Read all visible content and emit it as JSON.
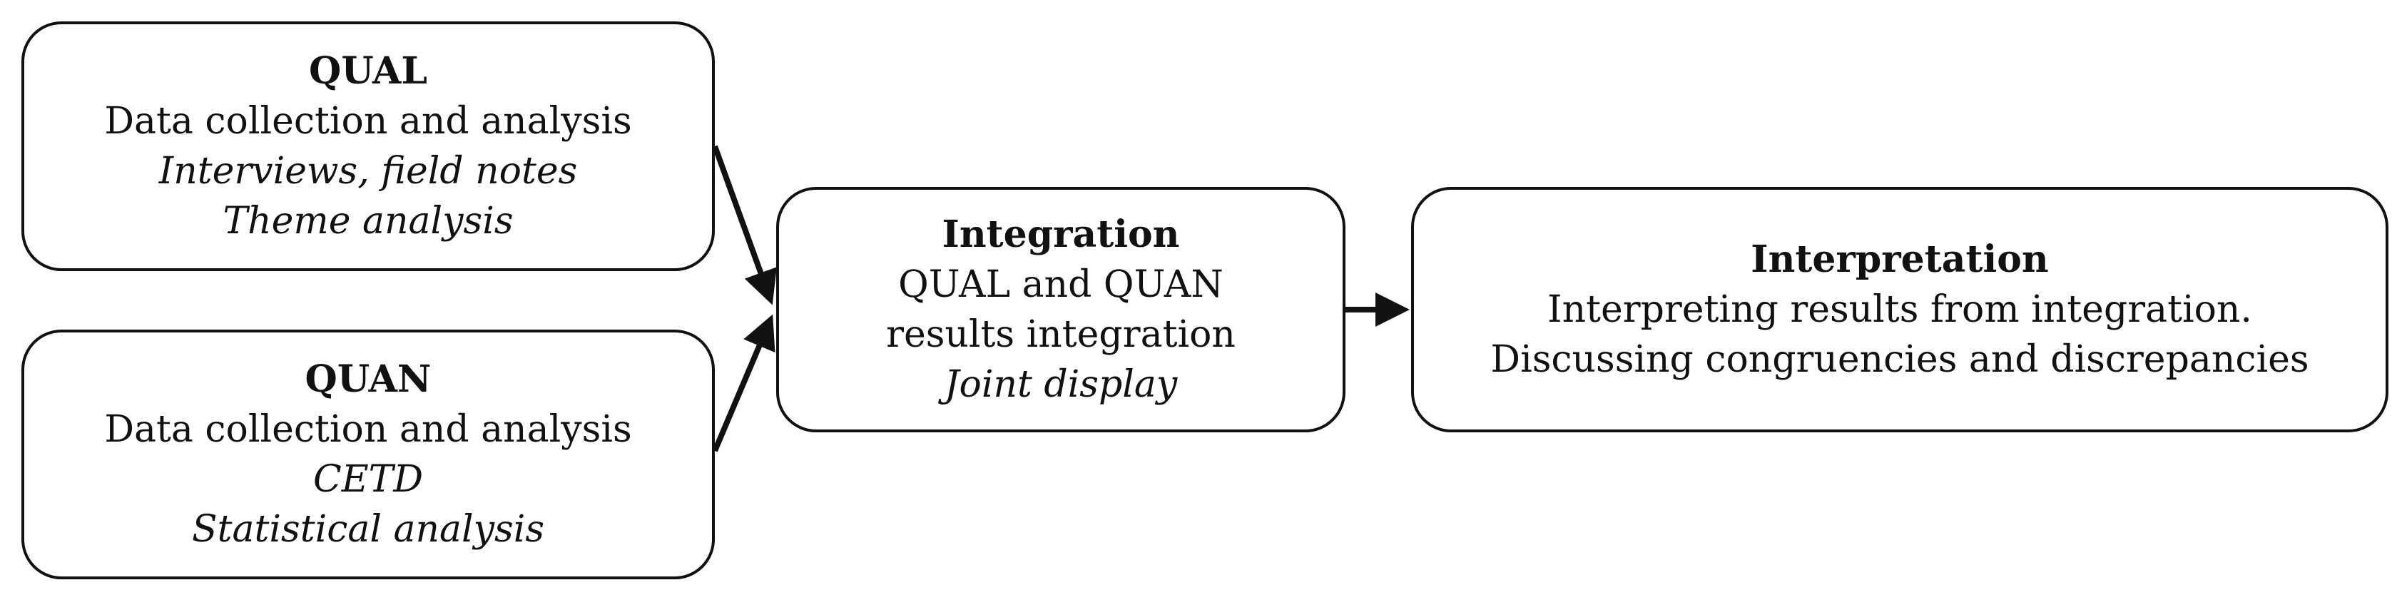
{
  "qual": {
    "title": "QUAL",
    "body": "Data collection and analysis",
    "notes": [
      "Interviews,  field notes",
      "Theme  analysis"
    ]
  },
  "quan": {
    "title": "QUAN",
    "body": "Data collection and analysis",
    "notes": [
      "CETD",
      "Statistical  analysis"
    ]
  },
  "integration": {
    "title": "Integration",
    "body": [
      "QUAL  and QUAN",
      "results integration"
    ],
    "notes": [
      "Joint  display"
    ]
  },
  "interpretation": {
    "title": "Interpretation",
    "body": [
      "Interpreting results from integration.",
      "Discussing congruencies and discrepancies"
    ]
  },
  "colors": {
    "stroke": "#111111",
    "background": "#ffffff"
  }
}
